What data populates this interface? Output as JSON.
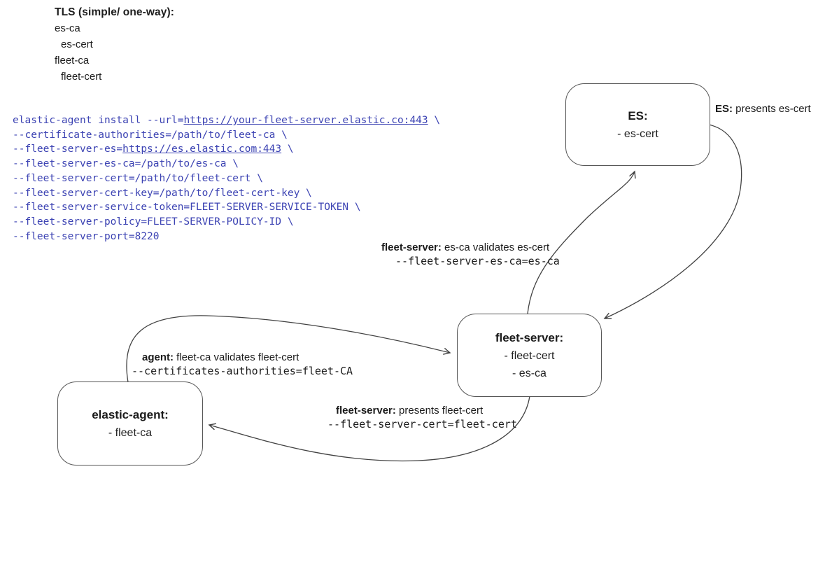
{
  "legend": {
    "title": "TLS (simple/ one-way):",
    "items": [
      {
        "text": "es-ca",
        "indent": 0
      },
      {
        "text": "es-cert",
        "indent": 1
      },
      {
        "text": "fleet-ca",
        "indent": 0
      },
      {
        "text": "fleet-cert",
        "indent": 1
      }
    ]
  },
  "command": {
    "lines": [
      {
        "segs": [
          {
            "t": "elastic-agent install --url="
          },
          {
            "t": "https://your-fleet-server.elastic.co:443",
            "link": true
          },
          {
            "t": " \\"
          }
        ]
      },
      {
        "segs": [
          {
            "t": "--certificate-authorities=/path/to/fleet-ca \\"
          }
        ]
      },
      {
        "segs": [
          {
            "t": "--fleet-server-es="
          },
          {
            "t": "https://es.elastic.com:443",
            "link": true
          },
          {
            "t": " \\"
          }
        ]
      },
      {
        "segs": [
          {
            "t": "--fleet-server-es-ca=/path/to/es-ca \\"
          }
        ]
      },
      {
        "segs": [
          {
            "t": "--fleet-server-cert=/path/to/fleet-cert \\"
          }
        ]
      },
      {
        "segs": [
          {
            "t": "--fleet-server-cert-key=/path/to/fleet-cert-key \\"
          }
        ]
      },
      {
        "segs": [
          {
            "t": "--fleet-server-service-token=FLEET-SERVER-SERVICE-TOKEN \\"
          }
        ]
      },
      {
        "segs": [
          {
            "t": "--fleet-server-policy=FLEET-SERVER-POLICY-ID \\"
          }
        ]
      },
      {
        "segs": [
          {
            "t": "--fleet-server-port=8220"
          }
        ]
      }
    ]
  },
  "nodes": {
    "es": {
      "title": "ES:",
      "items": [
        "- es-cert"
      ]
    },
    "fleet_server": {
      "title": "fleet-server:",
      "items": [
        "- fleet-cert",
        "- es-ca"
      ]
    },
    "elastic_agent": {
      "title": "elastic-agent:",
      "items": [
        "- fleet-ca"
      ]
    }
  },
  "edge_labels": {
    "es_presents": {
      "bold": "ES:",
      "text": " presents es-cert"
    },
    "fs_validates": {
      "bold": "fleet-server:",
      "text": " es-ca validates es-cert",
      "code": "--fleet-server-es-ca=es-ca"
    },
    "agent_validates": {
      "bold": "agent:",
      "text": " fleet-ca validates fleet-cert",
      "code": "--certificates-authorities=fleet-CA"
    },
    "fs_presents": {
      "bold": "fleet-server:",
      "text": " presents fleet-cert",
      "code": "--fleet-server-cert=fleet-cert"
    }
  },
  "colors": {
    "background": "#ffffff",
    "code_text": "#3c43b3",
    "edge_stroke": "#424242",
    "box_border": "#565656",
    "text": "#1b1b1b"
  }
}
